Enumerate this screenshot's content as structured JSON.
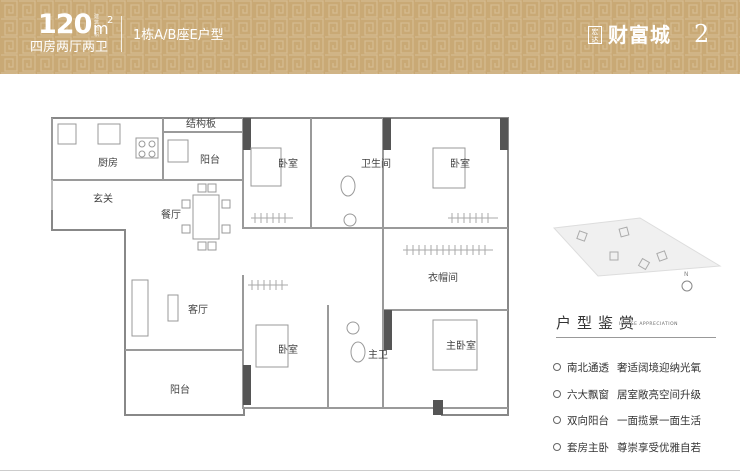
{
  "header": {
    "area_number": "120",
    "area_unit": "m",
    "area_sup": "2",
    "area_tiny_label": "建筑面积",
    "layout_desc": "四房两厅两卫",
    "building_desc": "1栋A/B座E户型",
    "logo_badge": "宏达",
    "logo_name": "财富城",
    "logo_phase": "2",
    "background_color": "#c9a975"
  },
  "floorplan": {
    "rooms": {
      "kitchen": "厨房",
      "balcony_top": "阳台",
      "structure_board": "结构板",
      "entrance": "玄关",
      "dining": "餐厅",
      "living": "客厅",
      "balcony_bottom": "阳台",
      "bedroom_top_left": "卧室",
      "bedroom_top_right": "卧室",
      "bathroom": "卫生间",
      "wardrobe": "衣帽间",
      "bedroom_bottom_left": "卧室",
      "master_bath": "主卫",
      "master_bedroom": "主卧室"
    },
    "compass": "N"
  },
  "appreciation": {
    "title": "户型鉴赏",
    "subtitle": "HOUSE APPRECIATION",
    "features": [
      {
        "a": "南北通透",
        "b": "奢适阔境迎纳光氧"
      },
      {
        "a": "六大飘窗",
        "b": "居室敞亮空间升级"
      },
      {
        "a": "双向阳台",
        "b": "一面揽景一面生活"
      },
      {
        "a": "套房主卧",
        "b": "尊崇享受优雅自若"
      }
    ]
  }
}
